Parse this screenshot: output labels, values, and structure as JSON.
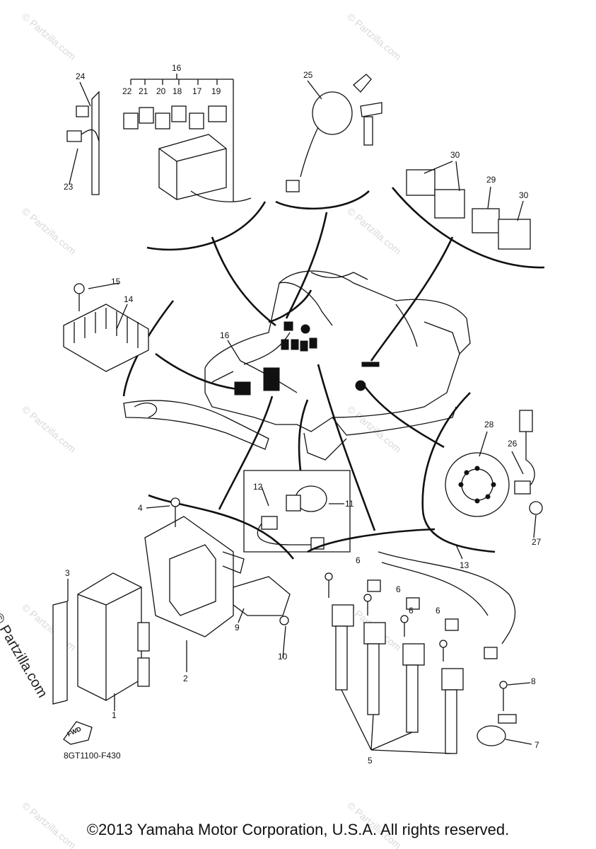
{
  "diagram_code": "8GT1100-F430",
  "copyright": "©2013 Yamaha Motor Corporation, U.S.A. All rights reserved.",
  "watermark": "© Partzilla.com",
  "side_watermark": "© Partzilla.com",
  "fwd_label": "FWD",
  "callouts": [
    "1",
    "2",
    "3",
    "4",
    "5",
    "6",
    "6",
    "6",
    "6",
    "7",
    "8",
    "9",
    "10",
    "11",
    "12",
    "13",
    "14",
    "15",
    "16",
    "16",
    "17",
    "18",
    "19",
    "20",
    "21",
    "22",
    "23",
    "24",
    "25",
    "26",
    "27",
    "28",
    "29",
    "30",
    "30"
  ]
}
